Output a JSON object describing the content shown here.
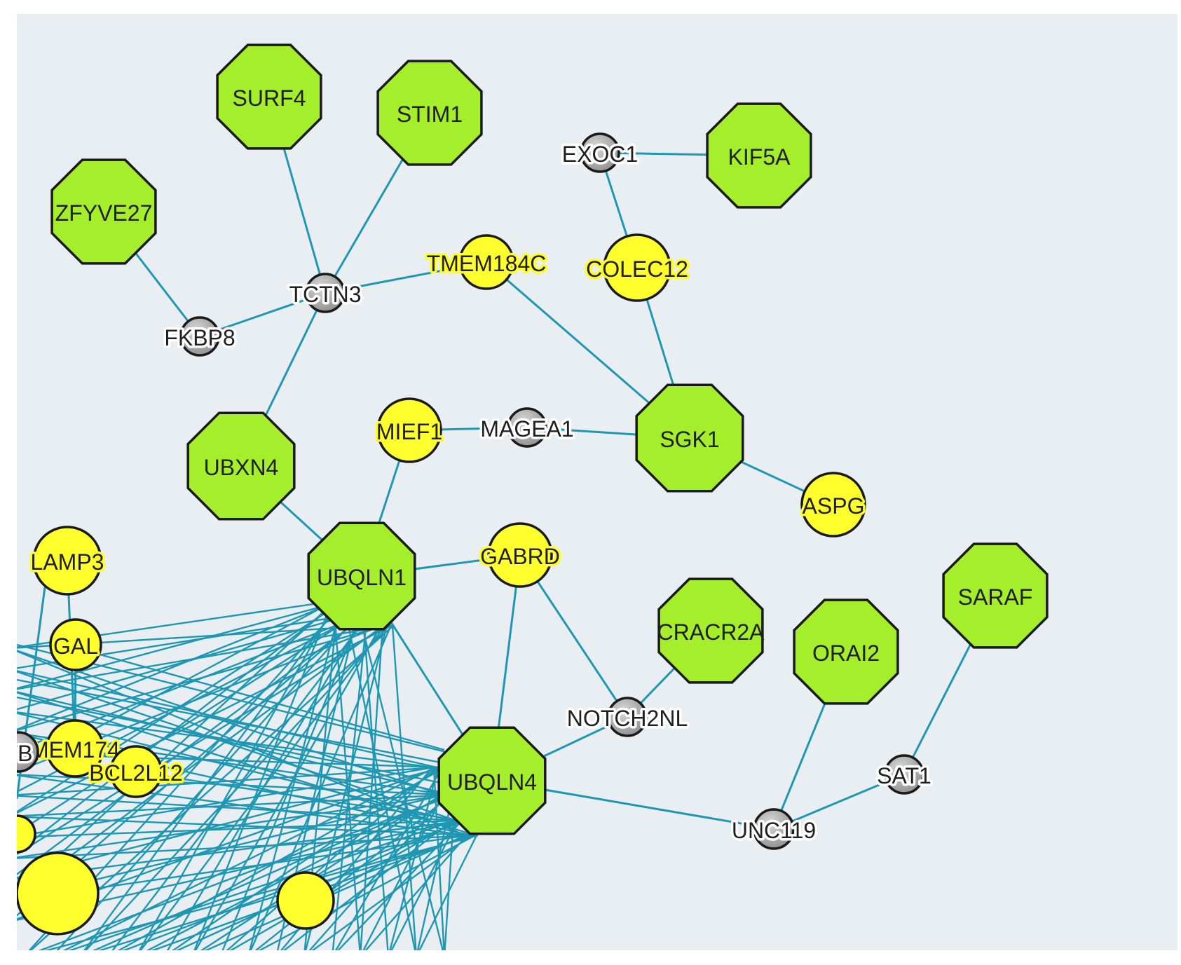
{
  "colors": {
    "background": "#e8eef1",
    "edge": "#1f97b3",
    "octagon_fill": "#a5ee2c",
    "yellow_fill": "#ffff2e",
    "gray_fill": "#8e8e8e",
    "outline": "#1a1a1a"
  },
  "legend": {},
  "nodes": [
    {
      "id": "SURF4",
      "label": "SURF4",
      "shape": "octagon"
    },
    {
      "id": "STIM1",
      "label": "STIM1",
      "shape": "octagon"
    },
    {
      "id": "ZFYVE27",
      "label": "ZFYVE27",
      "shape": "octagon"
    },
    {
      "id": "KIF5A",
      "label": "KIF5A",
      "shape": "octagon"
    },
    {
      "id": "UBXN4",
      "label": "UBXN4",
      "shape": "octagon"
    },
    {
      "id": "SGK1",
      "label": "SGK1",
      "shape": "octagon"
    },
    {
      "id": "UBQLN1",
      "label": "UBQLN1",
      "shape": "octagon"
    },
    {
      "id": "UBQLN4",
      "label": "UBQLN4",
      "shape": "octagon"
    },
    {
      "id": "CRACR2A",
      "label": "CRACR2A",
      "shape": "octagon"
    },
    {
      "id": "ORAI2",
      "label": "ORAI2",
      "shape": "octagon"
    },
    {
      "id": "SARAF",
      "label": "SARAF",
      "shape": "octagon"
    },
    {
      "id": "TMEM184C",
      "label": "TMEM184C",
      "shape": "yellow-circle"
    },
    {
      "id": "COLEC12",
      "label": "COLEC12",
      "shape": "yellow-circle"
    },
    {
      "id": "MIEF1",
      "label": "MIEF1",
      "shape": "yellow-circle"
    },
    {
      "id": "ASPG",
      "label": "ASPG",
      "shape": "yellow-circle"
    },
    {
      "id": "GABRD",
      "label": "GABRD",
      "shape": "yellow-circle"
    },
    {
      "id": "LAMP3",
      "label": "LAMP3",
      "shape": "yellow-circle"
    },
    {
      "id": "GAL",
      "label": "GAL",
      "shape": "yellow-circle"
    },
    {
      "id": "TMEM174",
      "label": "MEM174",
      "shape": "yellow-circle"
    },
    {
      "id": "BCL2L12",
      "label": "BCL2L12",
      "shape": "yellow-circle"
    },
    {
      "id": "Y_BOTTOM_LEFT",
      "label": "",
      "shape": "yellow-circle"
    },
    {
      "id": "Y_BOTTOM_MID",
      "label": "",
      "shape": "yellow-circle"
    },
    {
      "id": "Y_LEFT_EDGE",
      "label": "",
      "shape": "yellow-circle"
    },
    {
      "id": "EXOC1",
      "label": "EXOC1",
      "shape": "gray-circle"
    },
    {
      "id": "TCTN3",
      "label": "TCTN3",
      "shape": "gray-circle"
    },
    {
      "id": "FKBP8",
      "label": "FKBP8",
      "shape": "gray-circle"
    },
    {
      "id": "MAGEA1",
      "label": "MAGEA1",
      "shape": "gray-circle"
    },
    {
      "id": "NOTCH2NL",
      "label": "NOTCH2NL",
      "shape": "gray-circle"
    },
    {
      "id": "SAT1",
      "label": "SAT1",
      "shape": "gray-circle"
    },
    {
      "id": "UNC119",
      "label": "UNC119",
      "shape": "gray-circle"
    },
    {
      "id": "TB_PARTIAL",
      "label": "TB",
      "shape": "gray-circle"
    }
  ],
  "edges": [
    [
      "SURF4",
      "TCTN3"
    ],
    [
      "STIM1",
      "TCTN3"
    ],
    [
      "ZFYVE27",
      "FKBP8"
    ],
    [
      "FKBP8",
      "TCTN3"
    ],
    [
      "TCTN3",
      "TMEM184C"
    ],
    [
      "TCTN3",
      "UBXN4"
    ],
    [
      "EXOC1",
      "KIF5A"
    ],
    [
      "EXOC1",
      "COLEC12"
    ],
    [
      "COLEC12",
      "SGK1"
    ],
    [
      "TMEM184C",
      "SGK1"
    ],
    [
      "MIEF1",
      "MAGEA1"
    ],
    [
      "MAGEA1",
      "SGK1"
    ],
    [
      "SGK1",
      "ASPG"
    ],
    [
      "MIEF1",
      "UBQLN1"
    ],
    [
      "UBXN4",
      "UBQLN1"
    ],
    [
      "UBQLN1",
      "GABRD"
    ],
    [
      "UBQLN1",
      "UBQLN4"
    ],
    [
      "GABRD",
      "UBQLN4"
    ],
    [
      "GABRD",
      "NOTCH2NL"
    ],
    [
      "CRACR2A",
      "NOTCH2NL"
    ],
    [
      "NOTCH2NL",
      "UBQLN4"
    ],
    [
      "UBQLN4",
      "UNC119"
    ],
    [
      "ORAI2",
      "UNC119"
    ],
    [
      "UNC119",
      "SAT1"
    ],
    [
      "SAT1",
      "SARAF"
    ],
    [
      "LAMP3",
      "TMEM174"
    ],
    [
      "GAL",
      "TMEM174"
    ]
  ]
}
